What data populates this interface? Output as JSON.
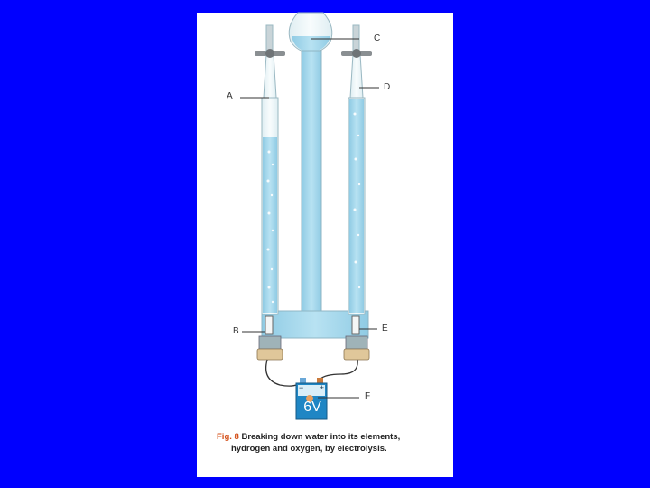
{
  "labels": {
    "a": "A",
    "b": "B",
    "c": "C",
    "d": "D",
    "e": "E",
    "f": "F"
  },
  "battery": {
    "voltage": "6V",
    "minus": "−",
    "plus": "+"
  },
  "caption": {
    "fig_ref": "Fig. 8",
    "line1": "Breaking down water into its elements,",
    "line2": "hydrogen and oxygen, by electrolysis."
  },
  "colors": {
    "background": "#0000ff",
    "card": "#ffffff",
    "water": "#9fd4ea",
    "glass": "#eef6f8",
    "caption_accent": "#d4501a"
  }
}
